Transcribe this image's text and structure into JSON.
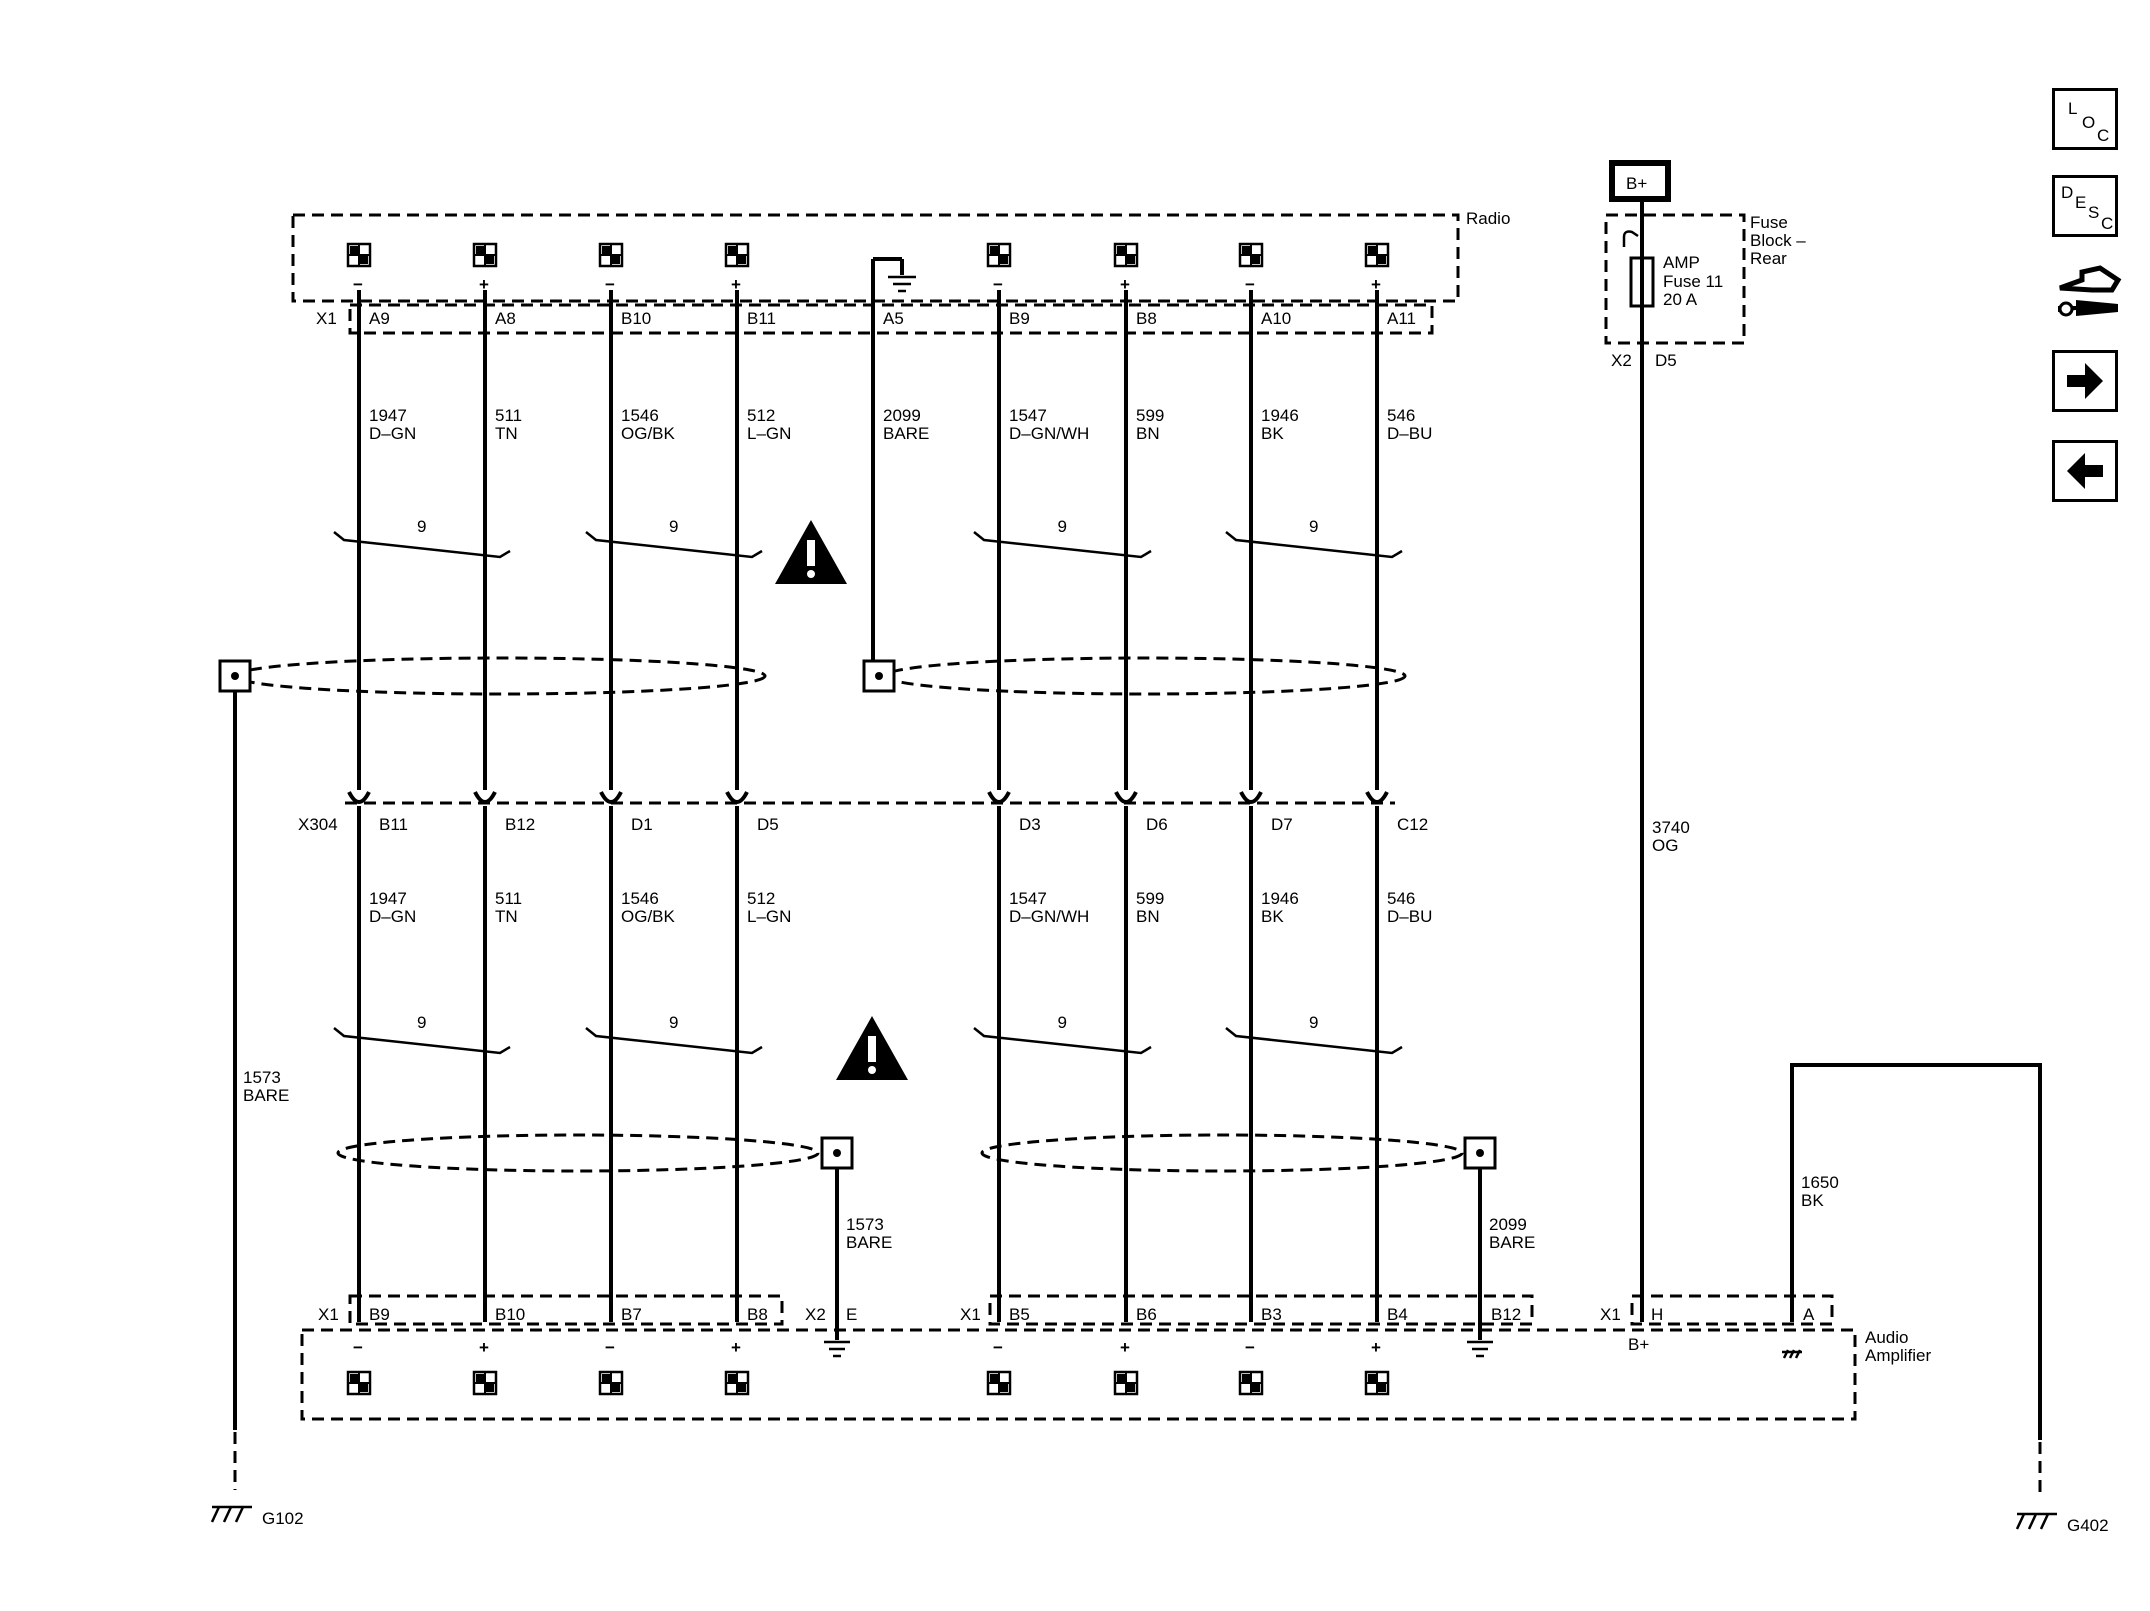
{
  "radio": {
    "label": "Radio",
    "connector": "X1",
    "pins": [
      "A9",
      "A8",
      "B10",
      "B11",
      "A5",
      "B9",
      "B8",
      "A10",
      "A11"
    ],
    "polarity": [
      "−",
      "+",
      "−",
      "+",
      "",
      "−",
      "+",
      "−",
      "+"
    ]
  },
  "wires_top": [
    {
      "num": "1947",
      "color": "D–GN"
    },
    {
      "num": "511",
      "color": "TN"
    },
    {
      "num": "1546",
      "color": "OG/BK"
    },
    {
      "num": "512",
      "color": "L–GN"
    },
    {
      "num": "2099",
      "color": "BARE"
    },
    {
      "num": "1547",
      "color": "D–GN/WH"
    },
    {
      "num": "599",
      "color": "BN"
    },
    {
      "num": "1946",
      "color": "BK"
    },
    {
      "num": "546",
      "color": "D–BU"
    }
  ],
  "twist": "9",
  "inline": {
    "connector": "X304",
    "pins": [
      "B11",
      "B12",
      "D1",
      "D5",
      "D3",
      "D6",
      "D7",
      "C12"
    ]
  },
  "wires_bottom": [
    {
      "num": "1947",
      "color": "D–GN"
    },
    {
      "num": "511",
      "color": "TN"
    },
    {
      "num": "1546",
      "color": "OG/BK"
    },
    {
      "num": "512",
      "color": "L–GN"
    },
    {
      "num": "1547",
      "color": "D–GN/WH"
    },
    {
      "num": "599",
      "color": "BN"
    },
    {
      "num": "1946",
      "color": "BK"
    },
    {
      "num": "546",
      "color": "D–BU"
    }
  ],
  "drain_left": {
    "num": "1573",
    "color": "BARE",
    "ground": "G102"
  },
  "drain_mid": {
    "num": "1573",
    "color": "BARE"
  },
  "drain_right": {
    "num": "2099",
    "color": "BARE"
  },
  "fuse_block": {
    "source": "B+",
    "label_lines": [
      "Fuse",
      "Block –",
      "Rear"
    ],
    "fuse_lines": [
      "AMP",
      "Fuse 11",
      "20 A"
    ],
    "connector": "X2",
    "pin": "D5"
  },
  "power_wire": {
    "num": "3740",
    "color": "OG"
  },
  "ground_wire": {
    "num": "1650",
    "color": "BK",
    "ground": "G402"
  },
  "amplifier": {
    "label_lines": [
      "Audio",
      "Amplifier"
    ],
    "x1_label": "X1",
    "x1_pins": [
      "B9",
      "B10",
      "B7",
      "B8"
    ],
    "x2_label": "X2",
    "x2_pin": "E",
    "x1b_label": "X1",
    "x1b_pins": [
      "B5",
      "B6",
      "B3",
      "B4",
      "B12"
    ],
    "x1c_label": "X1",
    "x1c_pins": [
      "H",
      "A"
    ],
    "polarity": [
      "−",
      "+",
      "−",
      "+",
      "−",
      "+",
      "−",
      "+"
    ],
    "bplus": "B+"
  },
  "nav": {
    "loc": [
      "L",
      "O",
      "C"
    ],
    "desc": [
      "D",
      "E",
      "S",
      "C"
    ]
  }
}
